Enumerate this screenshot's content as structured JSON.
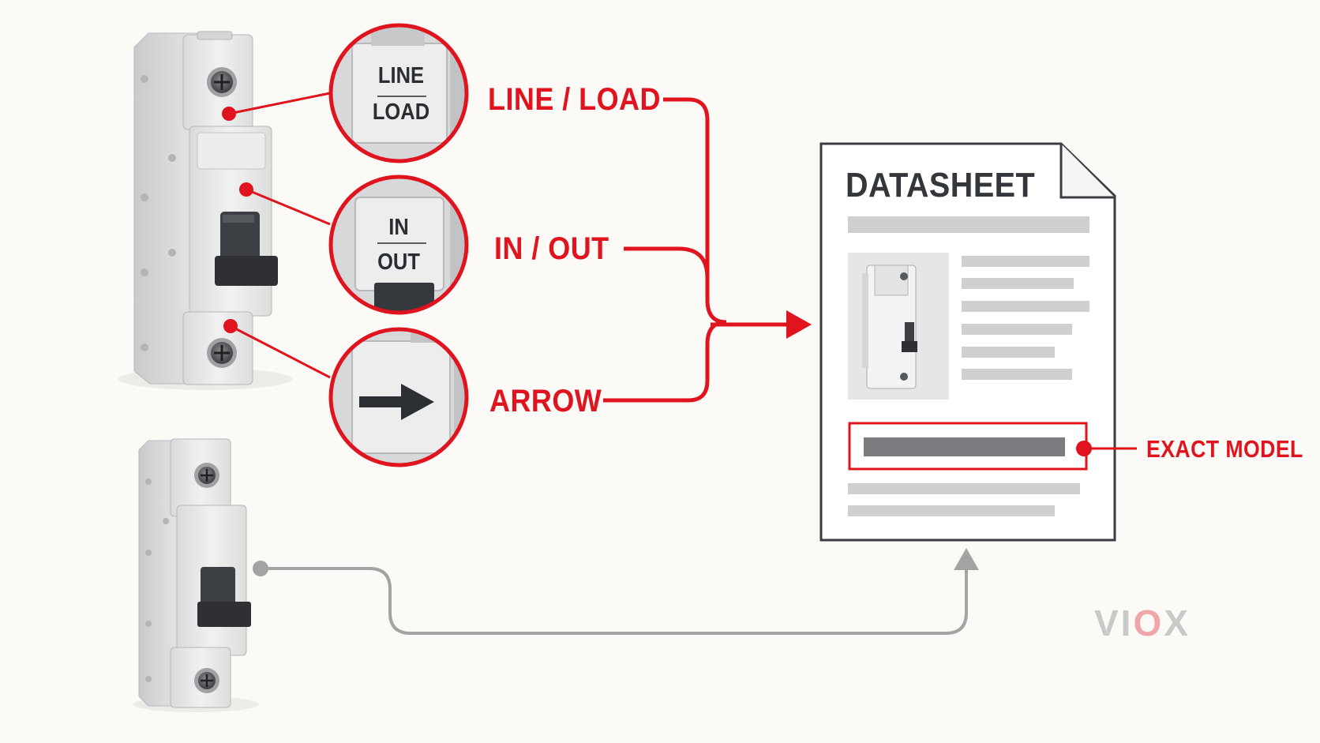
{
  "labels": {
    "line_load": "LINE / LOAD",
    "in_out": "IN / OUT",
    "arrow": "ARROW",
    "exact_model": "EXACT MODEL"
  },
  "zoom_insets": {
    "line": "LINE",
    "load": "LOAD",
    "in": "IN",
    "out": "OUT"
  },
  "datasheet": {
    "title": "DATASHEET"
  },
  "brand": {
    "prefix": "VI",
    "accent": "O",
    "suffix": "X"
  },
  "colors": {
    "accent_red": "#e0141e",
    "connector_gray": "#a3a3a3",
    "background": "#fbfaf6"
  }
}
